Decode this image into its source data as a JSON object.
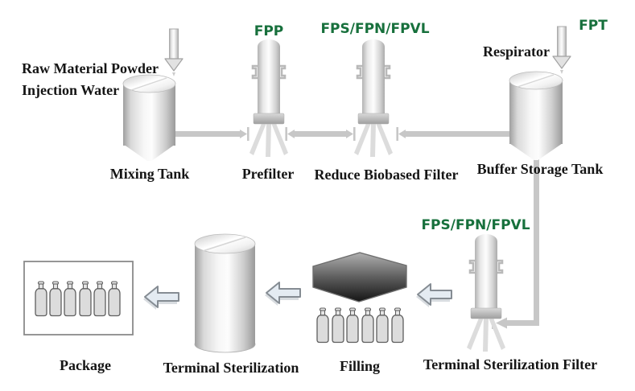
{
  "diagram": {
    "type": "process-flow",
    "background": "#ffffff",
    "colors": {
      "code_green": "#17703c",
      "label_color": "#151515",
      "pipe_gray": "#c7c7c7",
      "arrow_fill": "#e4ebf2",
      "hopper_dark": "#151515"
    },
    "top_row": {
      "inputs": {
        "line1": "Raw Material Powder",
        "line2": "Injection Water"
      },
      "mixing_tank": {
        "label": "Mixing Tank"
      },
      "prefilter": {
        "label": "Prefilter",
        "code": "FPP"
      },
      "reduce_biobased_filter": {
        "label": "Reduce Biobased Filter",
        "code": "FPS/FPN/FPVL"
      },
      "buffer_storage_tank": {
        "label": "Buffer Storage Tank",
        "respirator": "Respirator",
        "code": "FPT"
      }
    },
    "bottom_row": {
      "terminal_sterilization_filter": {
        "label": "Terminal Sterilization Filter",
        "code": "FPS/FPN/FPVL"
      },
      "filling": {
        "label": "Filling"
      },
      "terminal_sterilization": {
        "label": "Terminal Sterilization"
      },
      "package": {
        "label": "Package"
      }
    }
  }
}
